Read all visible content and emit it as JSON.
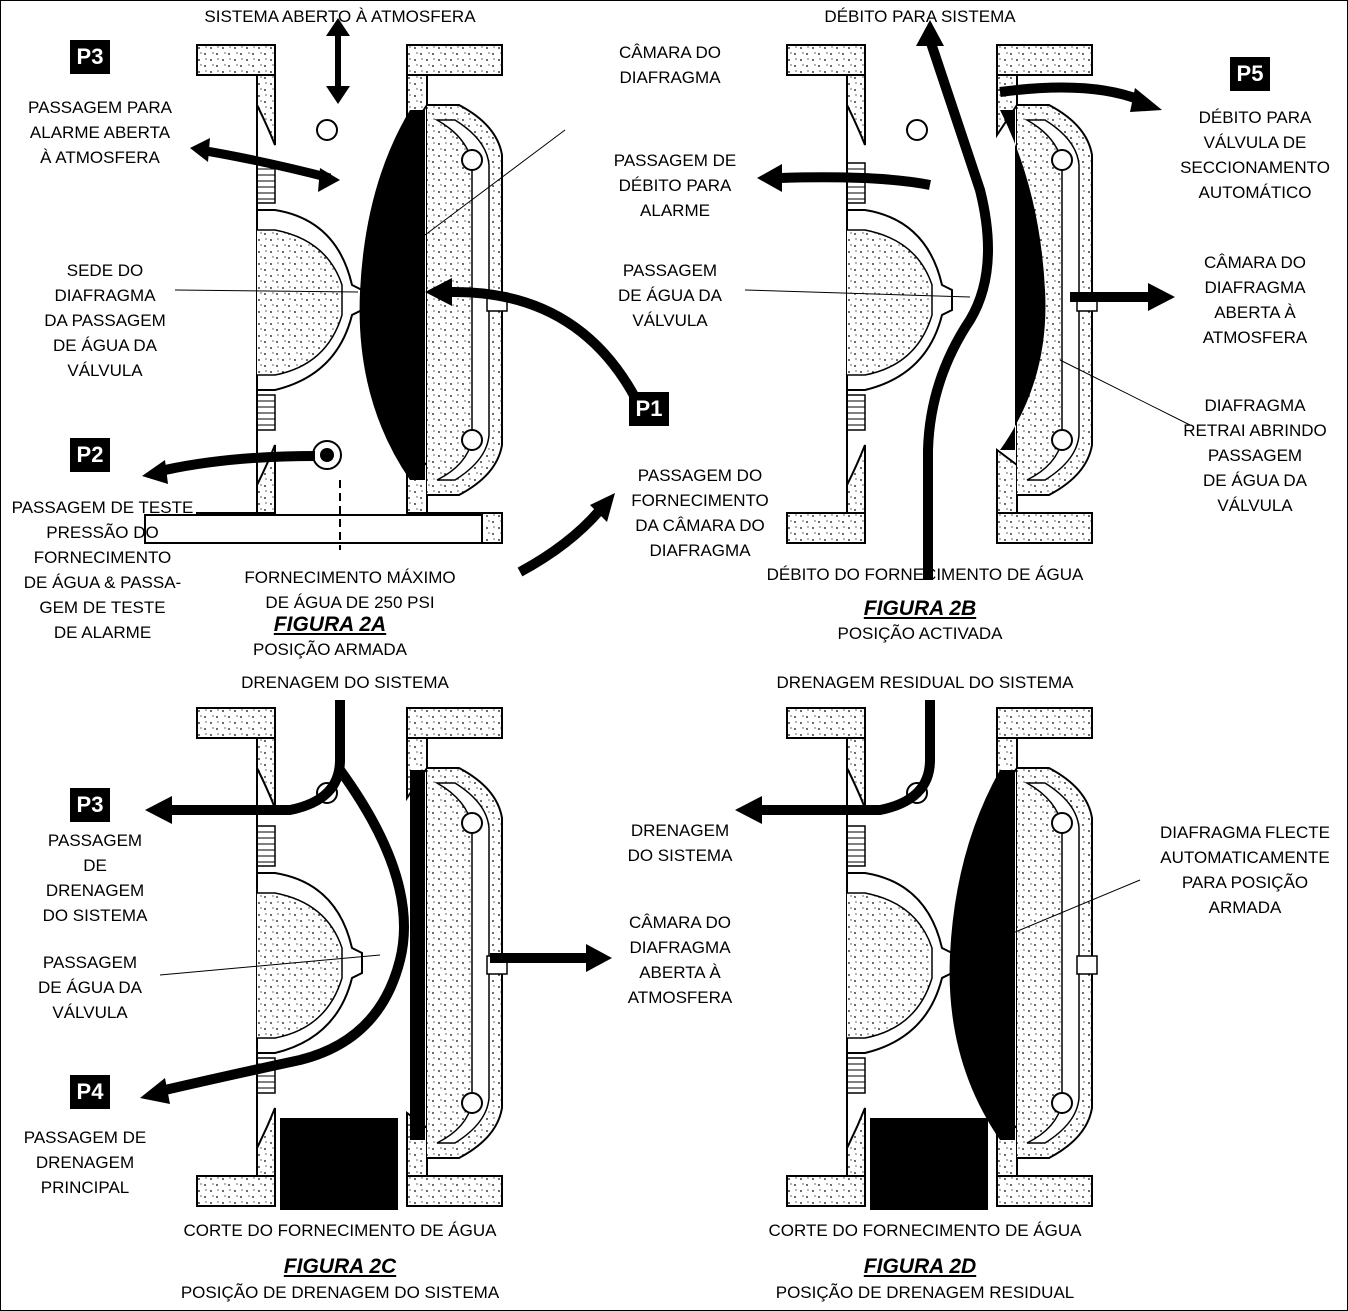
{
  "figures": {
    "a": {
      "title": "FIGURA 2A",
      "subtitle": "POSIÇÃO ARMADA",
      "top": "SISTEMA ABERTO À ATMOSFERA",
      "bottom": "FORNECIMENTO MÁXIMO\nDE ÁGUA DE 250 PSI",
      "p3": "PASSAGEM PARA\nALARME ABERTA\nÀ ATMOSFERA",
      "seat": "SEDE DO\nDIAFRAGMA\nDA PASSAGEM\nDE ÁGUA DA\nVÁLVULA",
      "p2": "PASSAGEM DE TESTE\nPRESSÃO DO\nFORNECIMENTO\nDE ÁGUA & PASSA-\nGEM DE TESTE\nDE ALARME",
      "chamber": "CÂMARA DO\nDIAFRAGMA",
      "supply_passage": "PASSAGEM DO\nFORNECIMENTO\nDA CÂMARA DO\nDIAFRAGMA"
    },
    "b": {
      "title": "FIGURA 2B",
      "subtitle": "POSIÇÃO ACTIVADA",
      "top": "DÉBITO PARA SISTEMA",
      "bottom": "DÉBITO DO FORNECIMENTO DE ÁGUA",
      "alarm": "PASSAGEM DE\nDÉBITO PARA\nALARME",
      "waterway": "PASSAGEM\nDE ÁGUA DA\nVÁLVULA",
      "p5": "DÉBITO PARA\nVÁLVULA DE\nSECCIONAMENTO\nAUTOMÁTICO",
      "chamber_open": "CÂMARA DO\nDIAFRAGMA\nABERTA À\nATMOSFERA",
      "retract": "DIAFRAGMA\nRETRAI ABRINDO\nPASSAGEM\nDE ÁGUA DA\nVÁLVULA"
    },
    "c": {
      "title": "FIGURA 2C",
      "subtitle": "POSIÇÃO DE DRENAGEM DO SISTEMA",
      "top": "DRENAGEM DO SISTEMA",
      "bottom": "CORTE DO FORNECIMENTO DE ÁGUA",
      "p3": "PASSAGEM\nDE\nDRENAGEM\nDO SISTEMA",
      "waterway": "PASSAGEM\nDE ÁGUA DA\nVÁLVULA",
      "p4": "PASSAGEM DE\nDRENAGEM\nPRINCIPAL",
      "chamber_open": "CÂMARA DO\nDIAFRAGMA\nABERTA À\nATMOSFERA"
    },
    "d": {
      "title": "FIGURA 2D",
      "subtitle": "POSIÇÃO DE DRENAGEM RESIDUAL",
      "top": "DRENAGEM RESIDUAL DO SISTEMA",
      "bottom": "CORTE DO FORNECIMENTO DE ÁGUA",
      "drain": "DRENAGEM\nDO SISTEMA",
      "flex": "DIAFRAGMA FLECTE\nAUTOMATICAMENTE\nPARA POSIÇÃO\nARMADA"
    }
  },
  "tags": {
    "p1": "P1",
    "p2": "P2",
    "p3": "P3",
    "p4": "P4",
    "p5": "P5"
  }
}
